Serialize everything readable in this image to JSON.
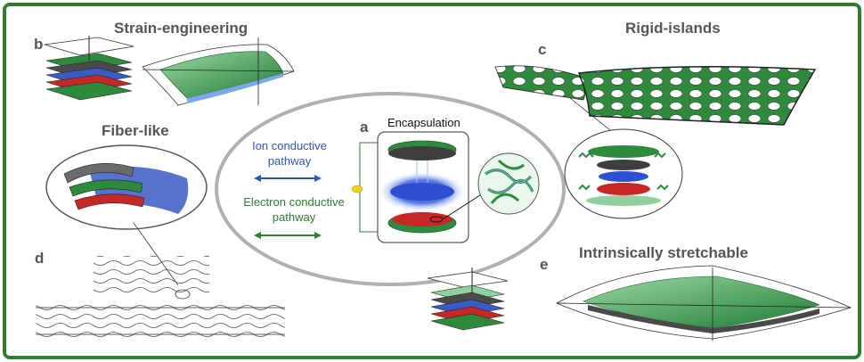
{
  "titles": {
    "strain": "Strain-engineering",
    "rigid": "Rigid-islands",
    "fiber": "Fiber-like",
    "intrinsic": "Intrinsically stretchable"
  },
  "panels": {
    "a": "a",
    "b": "b",
    "c": "c",
    "d": "d",
    "e": "e"
  },
  "center": {
    "encapsulation": "Encapsulation",
    "ion_line1": "Ion conductive",
    "ion_line2": "pathway",
    "electron_line1": "Electron conductive",
    "electron_line2": "pathway"
  },
  "colors": {
    "frame": "#2e7d32",
    "green": "#2e8b3e",
    "light_green": "#8fd19e",
    "blue": "#3b5bc4",
    "red": "#c62828",
    "dark": "#4a4a4a",
    "ion_text": "#2f56c0",
    "electron_text": "#2e7d32",
    "title": "#555555"
  }
}
